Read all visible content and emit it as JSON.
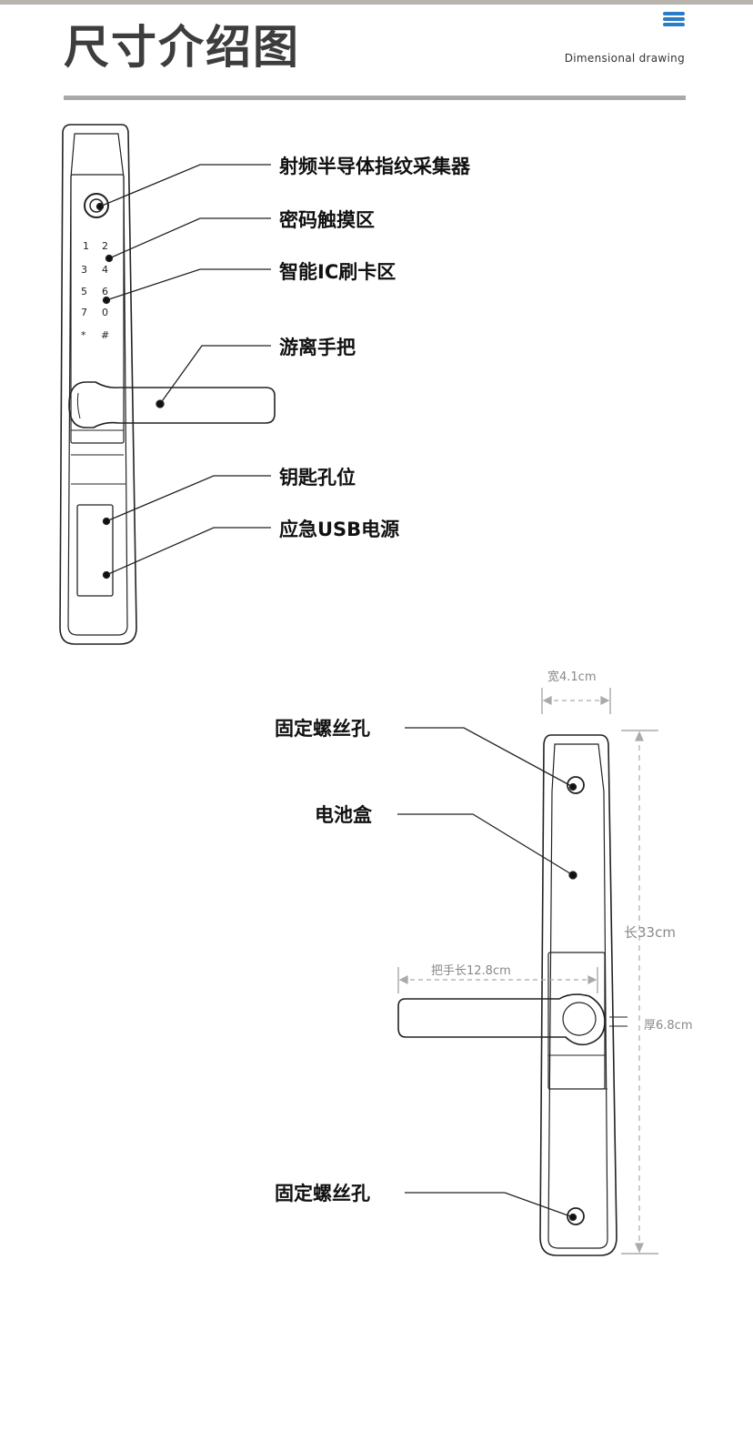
{
  "header": {
    "title": "尺寸介绍图",
    "subtitle": "Dimensional drawing",
    "menu_icon": "menu-icon",
    "accent_color": "#2a7cc7"
  },
  "front_view": {
    "keypad_keys": [
      "1",
      "2",
      "3",
      "4",
      "5",
      "6",
      "7",
      "0",
      "*",
      "#"
    ],
    "callouts": [
      "射频半导体指纹采集器",
      "密码触摸区",
      "智能IC刷卡区",
      "游离手把",
      "钥匙孔位",
      "应急USB电源"
    ]
  },
  "back_view": {
    "callouts": [
      "固定螺丝孔",
      "电池盒",
      "固定螺丝孔"
    ],
    "dimensions": {
      "width": "宽4.1cm",
      "length": "长33cm",
      "handle": "把手长12.8cm",
      "thickness": "厚6.8cm"
    }
  }
}
